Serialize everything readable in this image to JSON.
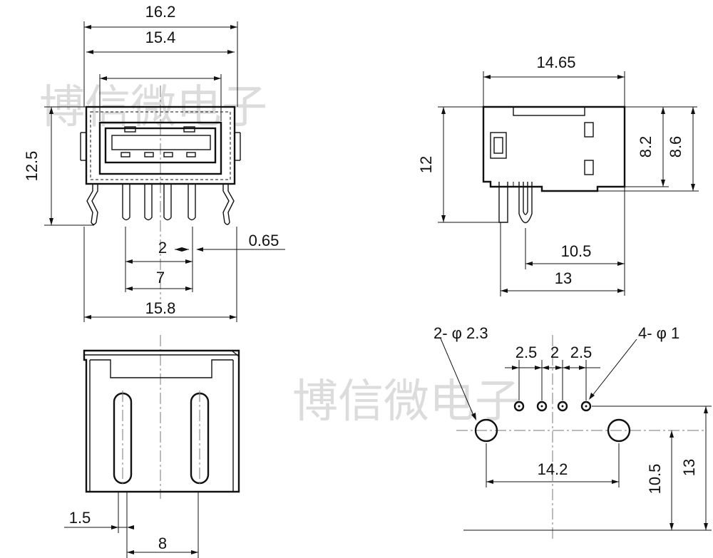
{
  "watermark": {
    "top": "博信微电子",
    "bottom": "博信微电子"
  },
  "front_view": {
    "dims": {
      "w_overall": "16.2",
      "w_shell": "15.4",
      "h_total": "12.5",
      "pin_pitch": "2",
      "pin_width": "0.65",
      "pin_span": "7",
      "w_bottom": "15.8"
    }
  },
  "side_view": {
    "dims": {
      "length": "14.65",
      "h_total": "12",
      "h_body_a": "8.2",
      "h_body_b": "8.6",
      "pin_offset": "10.5",
      "pin_to_back": "13"
    }
  },
  "top_view": {
    "dims": {
      "slot_width": "1.5",
      "slot_spacing": "8"
    }
  },
  "footprint": {
    "labels": {
      "large_holes": "2- φ 2.3",
      "small_holes": "4- φ 1"
    },
    "dims": {
      "pitch_a": "2.5",
      "pitch_b": "2",
      "pitch_c": "2.5",
      "hole_span": "14.2",
      "row_offset_a": "10.5",
      "row_offset_b": "13"
    }
  }
}
